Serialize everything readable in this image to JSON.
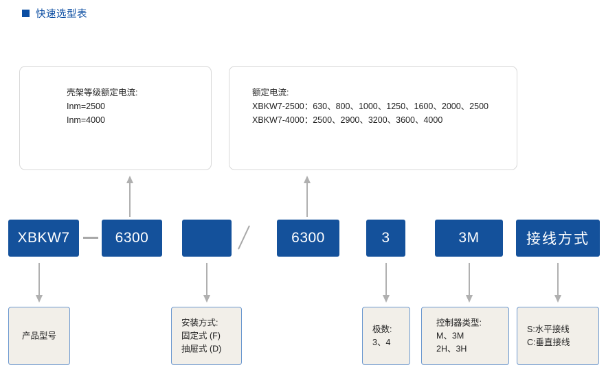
{
  "header": {
    "bullet_icon": "square-bullet-icon",
    "title": "快速选型表",
    "accent_color": "#0b4da2"
  },
  "colors": {
    "blue_box": "#14519b",
    "beige_card": "#f2efe9",
    "beige_border": "#6a97cf",
    "info_border": "#d8d8d8",
    "arrow": "#b0b0b0"
  },
  "info_cards": [
    {
      "id": "frame-current",
      "text": "壳架等级额定电流:\nInm=2500\nInm=4000"
    },
    {
      "id": "rated-current",
      "text": "额定电流:\nXBKW7-2500：630、800、1000、1250、1600、2000、2500\nXBKW7-4000：2500、2900、3200、3600、4000"
    }
  ],
  "code_boxes": [
    {
      "id": "model",
      "label": "XBKW7"
    },
    {
      "id": "frame",
      "label": "6300"
    },
    {
      "id": "install",
      "label": ""
    },
    {
      "id": "rated",
      "label": "6300"
    },
    {
      "id": "poles",
      "label": "3"
    },
    {
      "id": "ctrl",
      "label": "3M"
    },
    {
      "id": "wiring",
      "label": "接线方式"
    }
  ],
  "separators": [
    {
      "id": "dash",
      "glyph": "—"
    },
    {
      "id": "slash",
      "glyph": "/"
    }
  ],
  "detail_cards": [
    {
      "id": "model",
      "text": "产品型号"
    },
    {
      "id": "install",
      "text": "安装方式:\n固定式 (F)\n抽屉式 (D)"
    },
    {
      "id": "poles",
      "text": "极数:\n3、4"
    },
    {
      "id": "ctrl",
      "text": "控制器类型:\nM、3M\n2H、3H"
    },
    {
      "id": "wiring",
      "text": "S:水平接线\nC:垂直接线"
    }
  ]
}
